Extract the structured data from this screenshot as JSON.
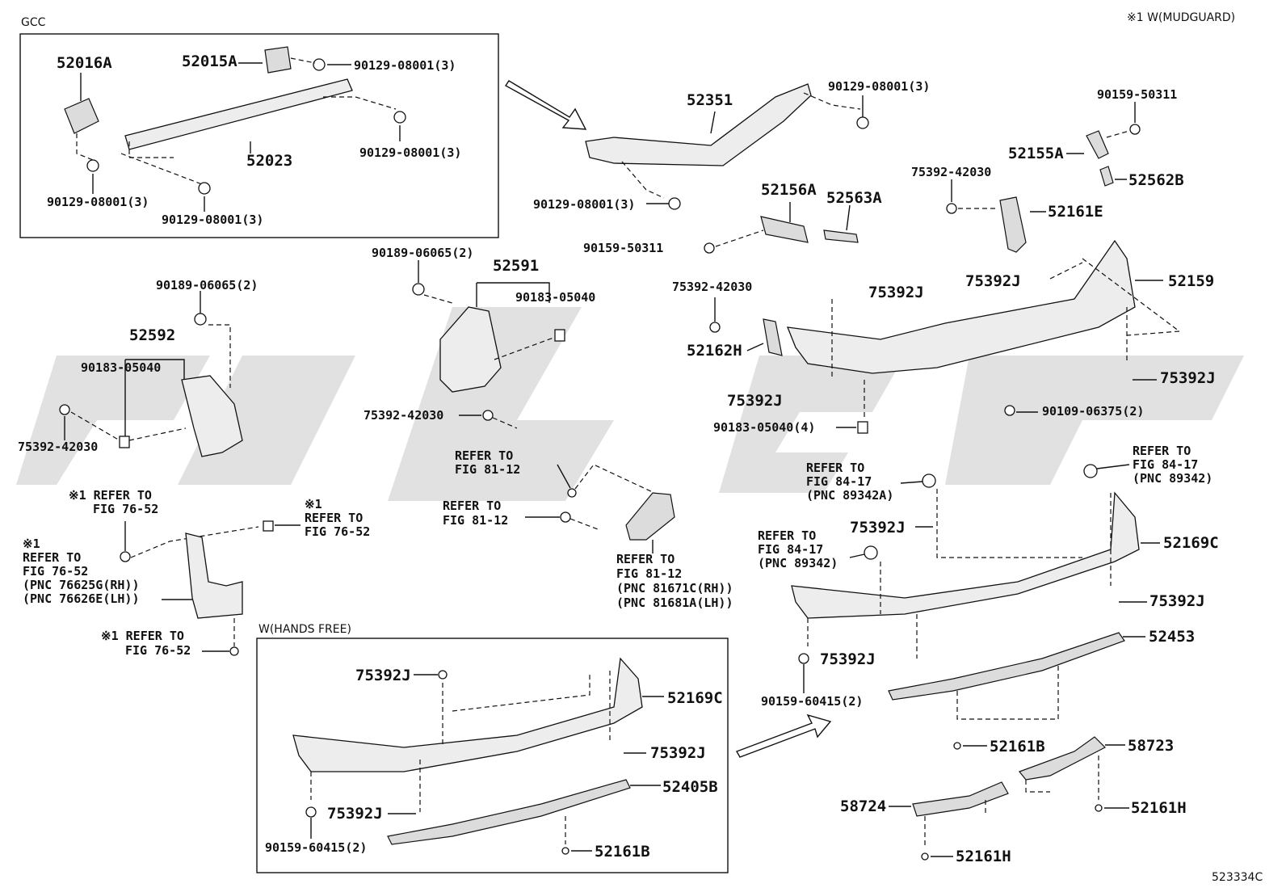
{
  "diagram_code": "523334C",
  "legend_note": "※1  W(MUDGUARD)",
  "groups": {
    "gcc": "GCC",
    "hands_free": "W(HANDS FREE)"
  },
  "labels": {
    "p52016A": "52016A",
    "p52015A": "52015A",
    "p52023": "52023",
    "gcc_bolt_a": "90129-08001(3)",
    "gcc_bolt_b": "90129-08001(3)",
    "gcc_bolt_c": "90129-08001(3)",
    "gcc_bolt_d": "90129-08001(3)",
    "p52351": "52351",
    "reinf_bolt_top": "90129-08001(3)",
    "reinf_bolt_bottom": "90129-08001(3)",
    "p90159_50311_top": "90159-50311",
    "p52155A": "52155A",
    "p52562B": "52562B",
    "p75392_42030_r": "75392-42030",
    "p52161E": "52161E",
    "p52156A": "52156A",
    "p52563A": "52563A",
    "p90159_50311": "90159-50311",
    "p75392J_a": "75392J",
    "p52159": "52159",
    "p75392_42030_m": "75392-42030",
    "p75392J_b": "75392J",
    "p52162H": "52162H",
    "p75392J_c": "75392J",
    "p75392J_d": "75392J",
    "p90183_05040_4": "90183-05040(4)",
    "p90109_06375_2": "90109-06375(2)",
    "p90189_06065_l": "90189-06065(2)",
    "p52592": "52592",
    "p90183_05040_l": "90183-05040",
    "p75392_42030_l": "75392-42030",
    "p90189_06065_c": "90189-06065(2)",
    "p52591": "52591",
    "p90183_05040_c": "90183-05040",
    "p75392_42030_c": "75392-42030",
    "refer_81_12_a1": "REFER TO",
    "refer_81_12_a2": "FIG 81-12",
    "refer_81_12_b1": "REFER TO",
    "refer_81_12_b2": "FIG 81-12",
    "refer_81_12_c1": "REFER TO",
    "refer_81_12_c2": "FIG 81-12",
    "refer_81_12_c3": "(PNC 81671C(RH))",
    "refer_81_12_c4": "(PNC 81681A(LH))",
    "mud_ref1_a": "※1 REFER TO",
    "mud_ref1_b": "FIG 76-52",
    "mud_ref2_a": "※1",
    "mud_ref2_b": "REFER TO",
    "mud_ref2_c": "FIG 76-52",
    "mud_ref3_a": "※1",
    "mud_ref3_b": "REFER TO",
    "mud_ref3_c": "FIG 76-52",
    "mud_ref3_d": "(PNC 76625G(RH))",
    "mud_ref3_e": "(PNC 76626E(LH))",
    "mud_ref4_a": "※1 REFER TO",
    "mud_ref4_b": "FIG 76-52",
    "refer_84_17_a1": "REFER TO",
    "refer_84_17_a2": "FIG 84-17",
    "refer_84_17_a3": "(PNC 89342A)",
    "refer_84_17_b1": "REFER TO",
    "refer_84_17_b2": "FIG 84-17",
    "refer_84_17_b3": "(PNC 89342)",
    "refer_84_17_c1": "REFER TO",
    "refer_84_17_c2": "FIG 84-17",
    "refer_84_17_c3": "(PNC 89342)",
    "p75392J_e": "75392J",
    "p52169C": "52169C",
    "p75392J_f": "75392J",
    "p75392J_g": "75392J",
    "p52453": "52453",
    "p90159_60415": "90159-60415(2)",
    "p52161B": "52161B",
    "p58723": "58723",
    "p58724": "58724",
    "p52161H_a": "52161H",
    "p52161H_b": "52161H",
    "hf_75392J_a": "75392J",
    "hf_52169C": "52169C",
    "hf_75392J_b": "75392J",
    "hf_52405B": "52405B",
    "hf_75392J_c": "75392J",
    "hf_90159_60415": "90159-60415(2)",
    "hf_52161B": "52161B"
  }
}
